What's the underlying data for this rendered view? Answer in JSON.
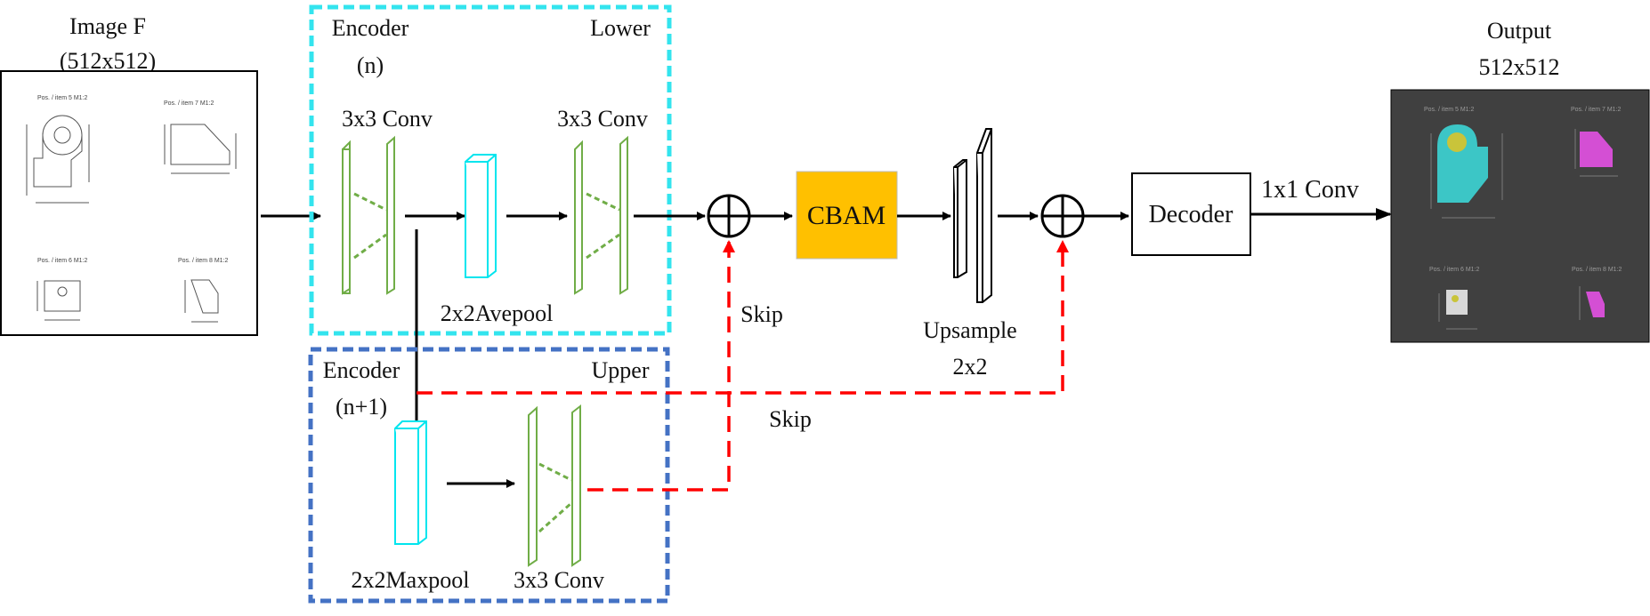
{
  "input": {
    "title": "Image F",
    "size": "(512x512)"
  },
  "output": {
    "title": "Output",
    "size": "512x512"
  },
  "thumbs": {
    "tl": "Pos. / item 5 M1:2",
    "tr": "Pos. / item 7 M1:2",
    "bl": "Pos. / item 6 M1:2",
    "br": "Pos. / item 8 M1:2"
  },
  "encoder_lower": {
    "title": "Encoder",
    "index": "(n)",
    "tag": "Lower",
    "conv1": "3x3 Conv",
    "conv2": "3x3 Conv",
    "pool": "2x2Avepool"
  },
  "encoder_upper": {
    "title": "Encoder",
    "index": "(n+1)",
    "tag": "Upper",
    "pool": "2x2Maxpool",
    "conv": "3x3 Conv"
  },
  "cbam": {
    "label": "CBAM"
  },
  "upsample": {
    "line1": "Upsample",
    "line2": "2x2"
  },
  "decoder": {
    "label": "Decoder"
  },
  "final_conv": {
    "label": "1x1 Conv"
  },
  "skip": {
    "upper": "Skip",
    "lower": "Skip"
  },
  "colors": {
    "lower_box": "#33e4ee",
    "upper_box": "#4472c4",
    "cbam": "#ffc000",
    "conv_green": "#70ad47",
    "pool_cyan": "#00e5ee",
    "skip_red": "#ff0000",
    "output_bg": "#404040",
    "mask_teal": "#3cc6c6",
    "mask_yellow": "#c9c43a",
    "mask_magenta": "#d44fd4"
  }
}
